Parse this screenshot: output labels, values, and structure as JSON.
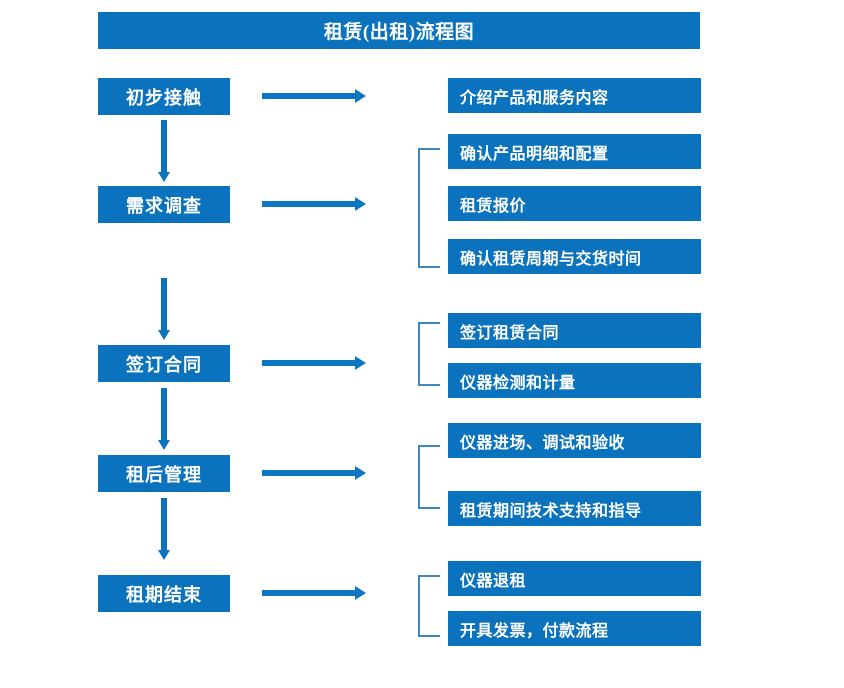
{
  "title": "租赁(出租)流程图",
  "stages": [
    {
      "label": "初步接触",
      "details": [
        "介绍产品和服务内容"
      ]
    },
    {
      "label": "需求调查",
      "details": [
        "确认产品明细和配置",
        "租赁报价",
        "确认租赁周期与交货时间"
      ]
    },
    {
      "label": "签订合同",
      "details": [
        "签订租赁合同",
        "仪器检测和计量"
      ]
    },
    {
      "label": "租后管理",
      "details": [
        "仪器进场、调试和验收",
        "租赁期间技术支持和指导"
      ]
    },
    {
      "label": "租期结束",
      "details": [
        "仪器退租",
        "开具发票，付款流程"
      ]
    }
  ],
  "colors": {
    "box_fill": "#0b72bd",
    "box_text": "#ffffff",
    "arrow": "#0e77c4",
    "bracket": "#3c87c4",
    "background": "#ffffff"
  }
}
